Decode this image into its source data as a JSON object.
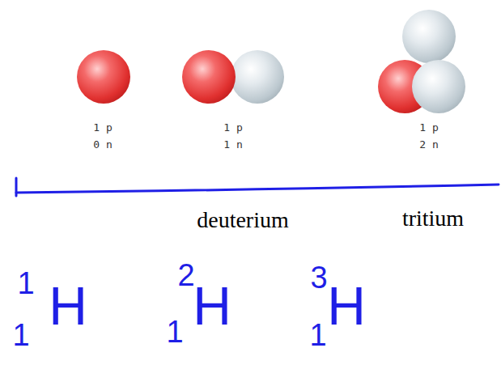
{
  "diagram": {
    "labels": [
      "1 p",
      "0 n",
      "1 p",
      "1 n",
      "1 p",
      "2 n",
      "deuterium",
      "tritium",
      "1",
      "H",
      "1",
      "2",
      "H",
      "1",
      "3",
      "H",
      "1"
    ]
  }
}
